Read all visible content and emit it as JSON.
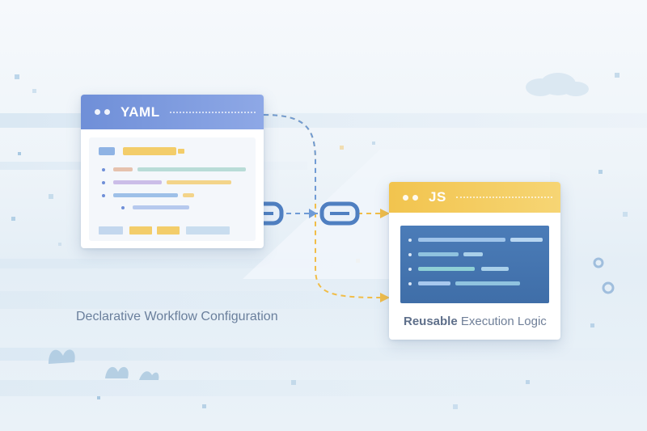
{
  "yaml_window": {
    "title": "YAML"
  },
  "js_window": {
    "title": "JS"
  },
  "captions": {
    "left": "Declarative Workflow Configuration",
    "right_bold": "Reusable",
    "right_rest": " Execution Logic"
  },
  "colors": {
    "yaml_accent": "#7b97dd",
    "js_accent": "#f3c853",
    "code_panel": "#4677b3",
    "connector_blue": "#6f9bd6",
    "connector_orange": "#f1bd48"
  },
  "icons": [
    "chain-link-icon",
    "gear-icon",
    "plant-icon",
    "cloud-icon"
  ]
}
